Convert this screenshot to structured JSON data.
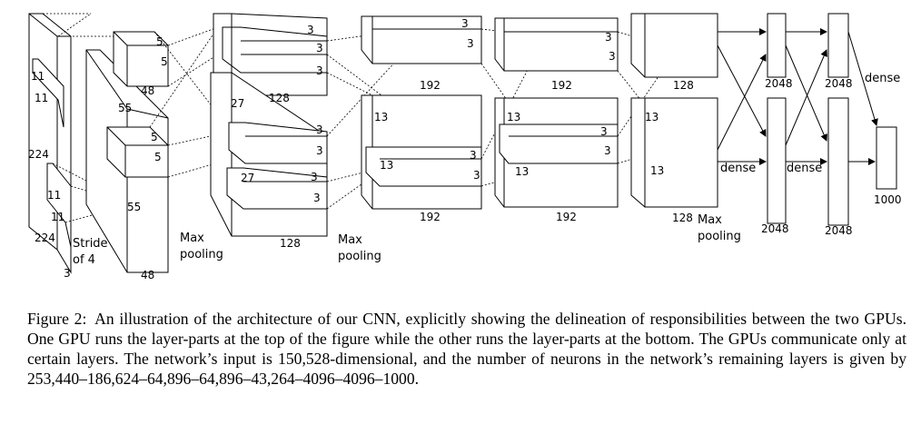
{
  "figure": {
    "labels": {
      "in_224_a": "224",
      "in_224_b": "224",
      "in_3": "3",
      "k11_a": "11",
      "k11_b": "11",
      "k11_c": "11",
      "k11_d": "11",
      "stride": "Stride",
      "of4": "of 4",
      "c1_48_top": "48",
      "c1_48_bot": "48",
      "c1_55_a": "55",
      "c1_55_b": "55",
      "c1_k5_a": "5",
      "c1_k5_b": "5",
      "c1_k5_c": "5",
      "c1_k5_d": "5",
      "c2_27_a": "27",
      "c2_27_b": "27",
      "c2_128_top": "128",
      "c2_128_bot": "128",
      "c2_k3_a": "3",
      "c2_k3_b": "3",
      "c2_k3_c": "3",
      "c2_k3_d": "3",
      "c2_k3_e": "3",
      "c2_k3_f": "3",
      "maxpool1_a": "Max",
      "maxpool1_b": "pooling",
      "maxpool2_a": "Max",
      "maxpool2_b": "pooling",
      "maxpool3_a": "Max",
      "maxpool3_b": "pooling",
      "c3_13_a": "13",
      "c3_13_b": "13",
      "c3_192_top": "192",
      "c3_192_bot": "192",
      "c3_k3_a": "3",
      "c3_k3_b": "3",
      "c3_k3_c": "3",
      "c3_k3_d": "3",
      "c4_13_a": "13",
      "c4_13_b": "13",
      "c4_192_top": "192",
      "c4_192_bot": "192",
      "c4_k3_a": "3",
      "c4_k3_b": "3",
      "c4_k3_c": "3",
      "c4_k3_d": "3",
      "c5_13_a": "13",
      "c5_13_b": "13",
      "c5_128_top": "128",
      "c5_128_bot": "128",
      "fc_2048_a": "2048",
      "fc_2048_b": "2048",
      "fc_2048_c": "2048",
      "fc_2048_d": "2048",
      "dense_a": "dense",
      "dense_b": "dense",
      "dense_c": "dense",
      "out_1000": "1000"
    }
  },
  "caption": {
    "head": "Figure 2:",
    "body": "An illustration of the architecture of our CNN, explicitly showing the delineation of responsibilities between the two GPUs. One GPU runs the layer-parts at the top of the figure while the other runs the layer-parts at the bottom. The GPUs communicate only at certain layers. The network’s input is 150,528-dimensional, and the number of neurons in the network’s remaining layers is given by 253,440–186,624–64,896–64,896–43,264–4096–4096–1000."
  }
}
